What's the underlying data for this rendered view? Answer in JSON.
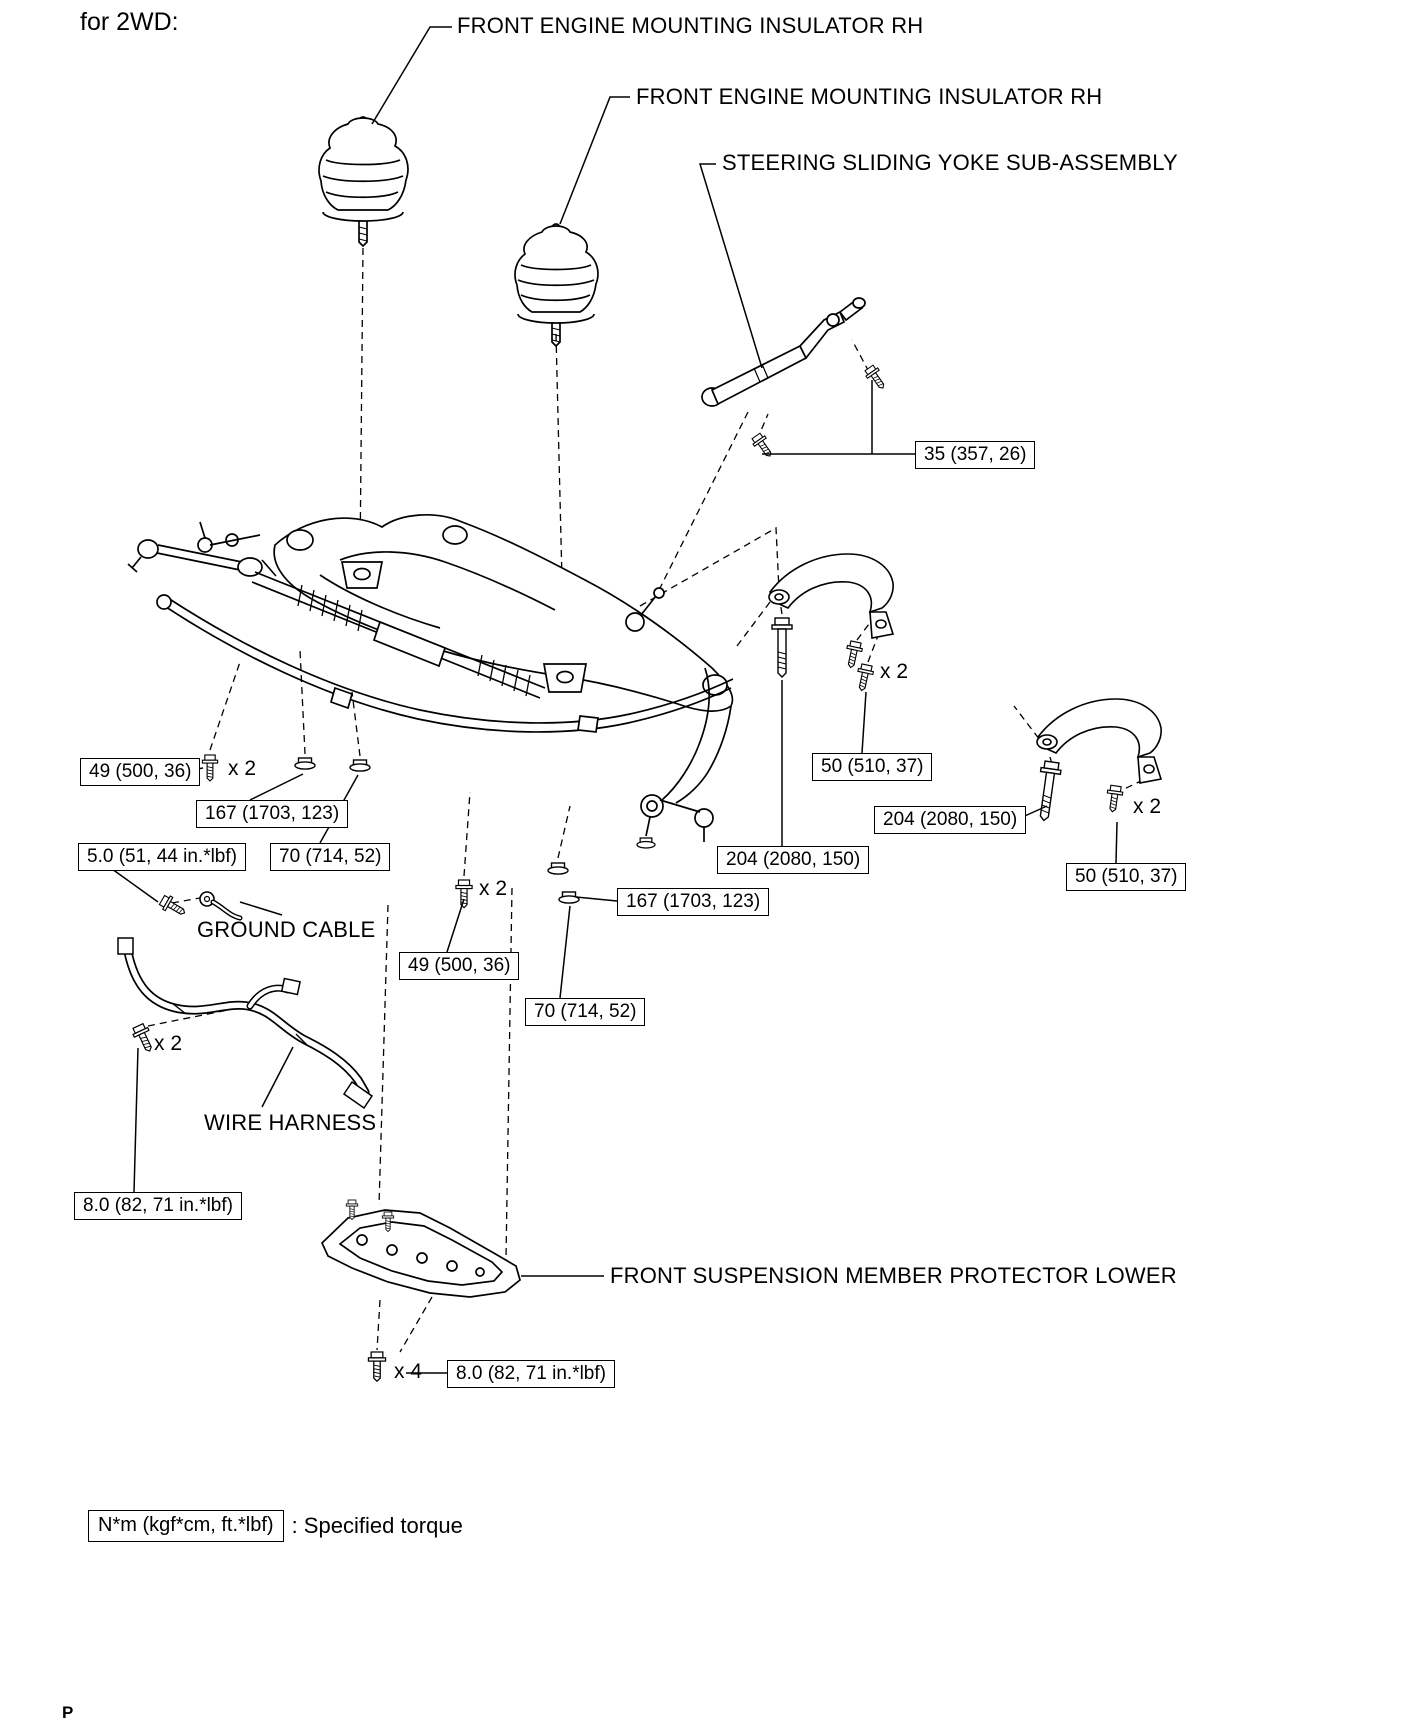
{
  "page": {
    "variant_label": "for 2WD:",
    "footer_marker": "P"
  },
  "colors": {
    "ink": "#000000",
    "background": "#ffffff"
  },
  "part_labels": [
    {
      "text": "FRONT ENGINE MOUNTING INSULATOR RH"
    },
    {
      "text": "FRONT ENGINE MOUNTING INSULATOR RH"
    },
    {
      "text": "STEERING SLIDING YOKE SUB-ASSEMBLY"
    },
    {
      "text": "GROUND CABLE"
    },
    {
      "text": "WIRE HARNESS"
    },
    {
      "text": "FRONT SUSPENSION MEMBER PROTECTOR LOWER"
    }
  ],
  "torque_boxes": [
    {
      "text": "35 (357, 26)"
    },
    {
      "text": "49 (500, 36)"
    },
    {
      "text": "167 (1703, 123)"
    },
    {
      "text": "70 (714, 52)"
    },
    {
      "text": "5.0 (51, 44 in.*lbf)"
    },
    {
      "text": "49 (500, 36)"
    },
    {
      "text": "167 (1703, 123)"
    },
    {
      "text": "70 (714, 52)"
    },
    {
      "text": "204 (2080, 150)"
    },
    {
      "text": "50 (510, 37)"
    },
    {
      "text": "204 (2080, 150)"
    },
    {
      "text": "50 (510, 37)"
    },
    {
      "text": "8.0 (82, 71 in.*lbf)"
    },
    {
      "text": "8.0 (82, 71 in.*lbf)"
    }
  ],
  "quantity_labels": [
    {
      "text": "x 2"
    },
    {
      "text": "x 2"
    },
    {
      "text": "x 2"
    },
    {
      "text": "x 2"
    },
    {
      "text": "x 2"
    },
    {
      "text": "x 4"
    }
  ],
  "legend": {
    "box_text": "N*m (kgf*cm, ft.*lbf)",
    "description": ": Specified torque"
  }
}
